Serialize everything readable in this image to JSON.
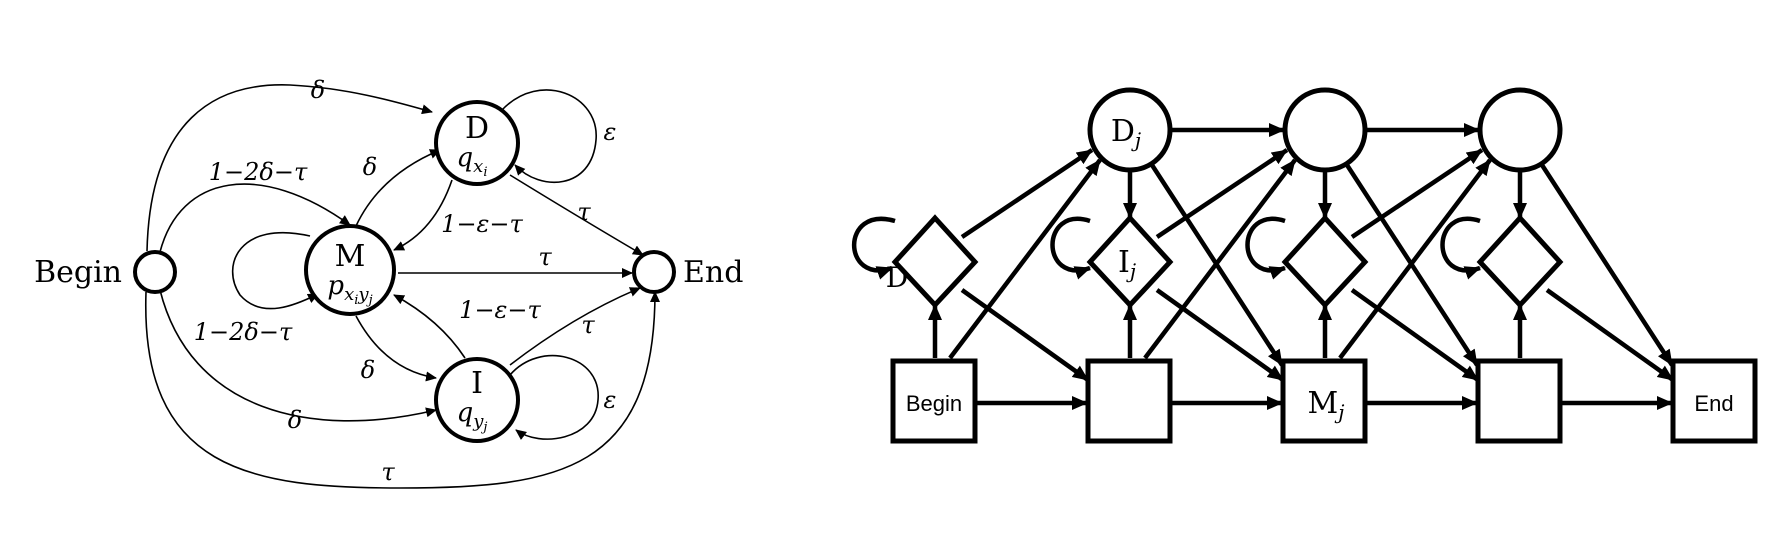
{
  "pair_hmm": {
    "states": {
      "begin": "Begin",
      "end": "End",
      "m": {
        "name": "M",
        "emit_base": "p",
        "emit_sub": "x",
        "emit_sub2": "i",
        "emit_sub3": "y",
        "emit_sub4": "j"
      },
      "d": {
        "name": "D",
        "emit_base": "q",
        "emit_sub": "x",
        "emit_sub2": "i"
      },
      "i": {
        "name": "I",
        "emit_base": "q",
        "emit_sub": "y",
        "emit_sub2": "j"
      }
    },
    "edge_labels": {
      "begin_d": "δ",
      "begin_m": "1−2δ−τ",
      "begin_i": "δ",
      "begin_end": "τ",
      "m_self": "1−2δ−τ",
      "m_d": "δ",
      "m_i": "δ",
      "m_end": "τ",
      "d_self": "ε",
      "d_m": "1−ε−τ",
      "d_end": "τ",
      "i_self": "ε",
      "i_m": "1−ε−τ",
      "i_end": "τ"
    }
  },
  "profile_hmm": {
    "begin": "Begin",
    "end": "End",
    "d_label": "D",
    "dj_base": "D",
    "ij_base": "I",
    "mj_base": "M",
    "sub_j": "j"
  }
}
